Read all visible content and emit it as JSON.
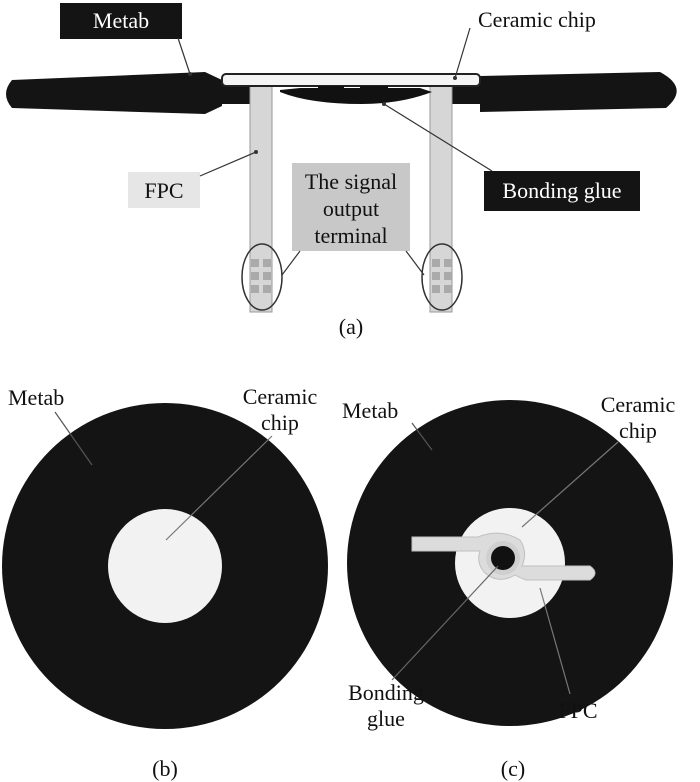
{
  "panel_a": {
    "metab_label": "Metab",
    "ceramic_label": "Ceramic chip",
    "fpc_label": "FPC",
    "signal_label": [
      "The signal",
      "output",
      "terminal"
    ],
    "bonding_label": "Bonding glue",
    "caption": "(a)"
  },
  "panel_b": {
    "metab_label": "Metab",
    "ceramic_label": [
      "Ceramic",
      "chip"
    ],
    "caption": "(b)"
  },
  "panel_c": {
    "metab_label": "Metab",
    "ceramic_label": [
      "Ceramic",
      "chip"
    ],
    "bonding_label": [
      "Bonding",
      "glue"
    ],
    "fpc_label": "FPC",
    "caption": "(c)"
  },
  "colors": {
    "metab": "#141414",
    "ceramic": "#f2f2f2",
    "fpc": "#d6d6d6",
    "label_box_gray": "#c8c8c8",
    "glue": "#111111"
  }
}
